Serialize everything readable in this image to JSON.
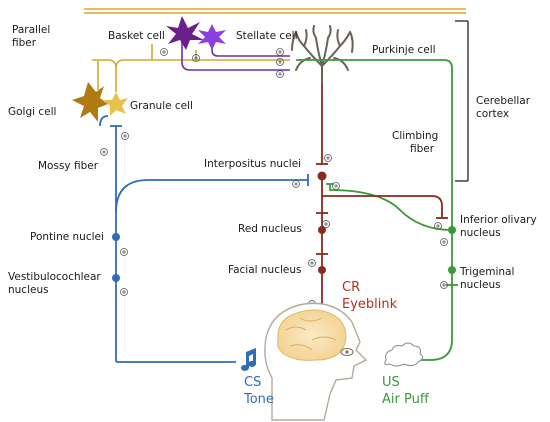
{
  "labels": {
    "parallel_fiber_1": "Parallel",
    "parallel_fiber_2": "fiber",
    "basket_cell": "Basket cell",
    "stellate_cell": "Stellate cell",
    "purkinje_cell": "Purkinje cell",
    "cerebellar_cortex_1": "Cerebellar",
    "cerebellar_cortex_2": "cortex",
    "golgi_cell": "Golgi cell",
    "granule_cell": "Granule cell",
    "climbing_fiber_1": "Climbing",
    "climbing_fiber_2": "fiber",
    "mossy_fiber": "Mossy fiber",
    "interpositus_nuclei": "Interpositus nuclei",
    "inferior_olivary_1": "Inferior olivary",
    "inferior_olivary_2": "nucleus",
    "pontine_nuclei": "Pontine nuclei",
    "red_nucleus": "Red nucleus",
    "trigeminal_1": "Trigeminal",
    "trigeminal_2": "nucleus",
    "vestibulocochlear_1": "Vestibulocochlear",
    "vestibulocochlear_2": "nucleus",
    "facial_nucleus": "Facial nucleus",
    "cr_1": "CR",
    "cr_2": "Eyeblink",
    "cs_1": "CS",
    "cs_2": "Tone",
    "us_1": "US",
    "us_2": "Air Puff"
  },
  "colors": {
    "mossy_pathway": "#2f6db5",
    "climbing_pathway": "#3a9a3a",
    "output_pathway": "#8b2a1e",
    "parallel_fiber": "#d6a82a",
    "basket_stellate": "#6a2bb5",
    "purkinje": "#6b6257",
    "cr_text": "#b03020",
    "cs_text": "#2f6db5",
    "us_text": "#3a9a3a"
  }
}
